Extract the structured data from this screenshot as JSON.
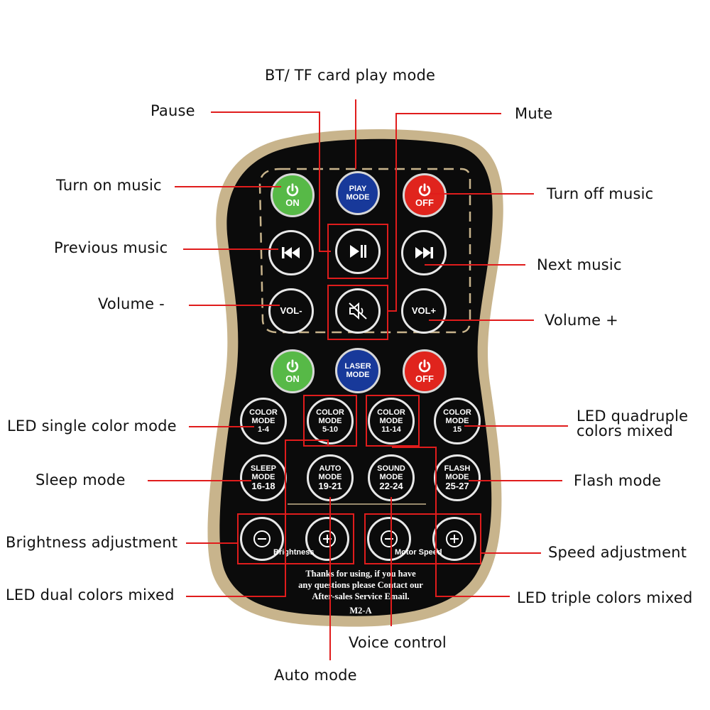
{
  "labels": {
    "bt_mode": "BT/ TF card play mode",
    "pause": "Pause",
    "mute": "Mute",
    "turn_on_music": "Turn on music",
    "turn_off_music": "Turn off music",
    "previous_music": "Previous music",
    "next_music": "Next music",
    "volume_minus": "Volume -",
    "volume_plus": "Volume +",
    "led_single": "LED single color mode",
    "led_quadruple_1": "LED quadruple",
    "led_quadruple_2": "colors mixed",
    "sleep_mode": "Sleep mode",
    "flash_mode": "Flash mode",
    "brightness_adj": "Brightness adjustment",
    "speed_adj": "Speed adjustment",
    "led_dual": "LED dual colors mixed",
    "led_triple": "LED triple colors mixed",
    "voice_control": "Voice control",
    "auto_mode": "Auto mode"
  },
  "buttons": {
    "music_on": "ON",
    "play_mode_1": "PlAY",
    "play_mode_2": "MODE",
    "music_off": "OFF",
    "vol_minus": "VOL-",
    "vol_plus": "VOL+",
    "laser_on": "ON",
    "laser_mode_1": "LASER",
    "laser_mode_2": "MODE",
    "laser_off": "OFF",
    "color_1_4": [
      "COLOR",
      "MODE",
      "1-4"
    ],
    "color_5_10": [
      "COLOR",
      "MODE",
      "5-10"
    ],
    "color_11_14": [
      "COLOR",
      "MODE",
      "11-14"
    ],
    "color_15": [
      "COLOR",
      "MODE",
      "15"
    ],
    "sleep": [
      "SLEEP",
      "MODE",
      "16-18"
    ],
    "auto": [
      "AUTO",
      "MODE",
      "19-21"
    ],
    "sound": [
      "SOUND",
      "MODE",
      "22-24"
    ],
    "flash": [
      "FLASH",
      "MODE",
      "25-27"
    ],
    "brightness_label": "Brightness",
    "motor_speed_label": "Motor Speed"
  },
  "footer": {
    "line1": "Thanks for using, if you have",
    "line2": "any questions please Contact our",
    "line3": "After-sales Service Email.",
    "model": "M2-A"
  },
  "colors": {
    "leader_line": "#e01c1c",
    "remote_body": "#0b0b0b",
    "remote_rim": "#c8b48c",
    "on_green": "#57b947",
    "off_red": "#e0241d",
    "mode_blue": "#18399a"
  },
  "icons": {
    "power": "power-icon",
    "previous": "skip-previous-icon",
    "play_pause": "play-pause-icon",
    "next": "skip-next-icon",
    "mute": "mute-speaker-icon",
    "minus": "minus-circle-icon",
    "plus": "plus-circle-icon"
  }
}
